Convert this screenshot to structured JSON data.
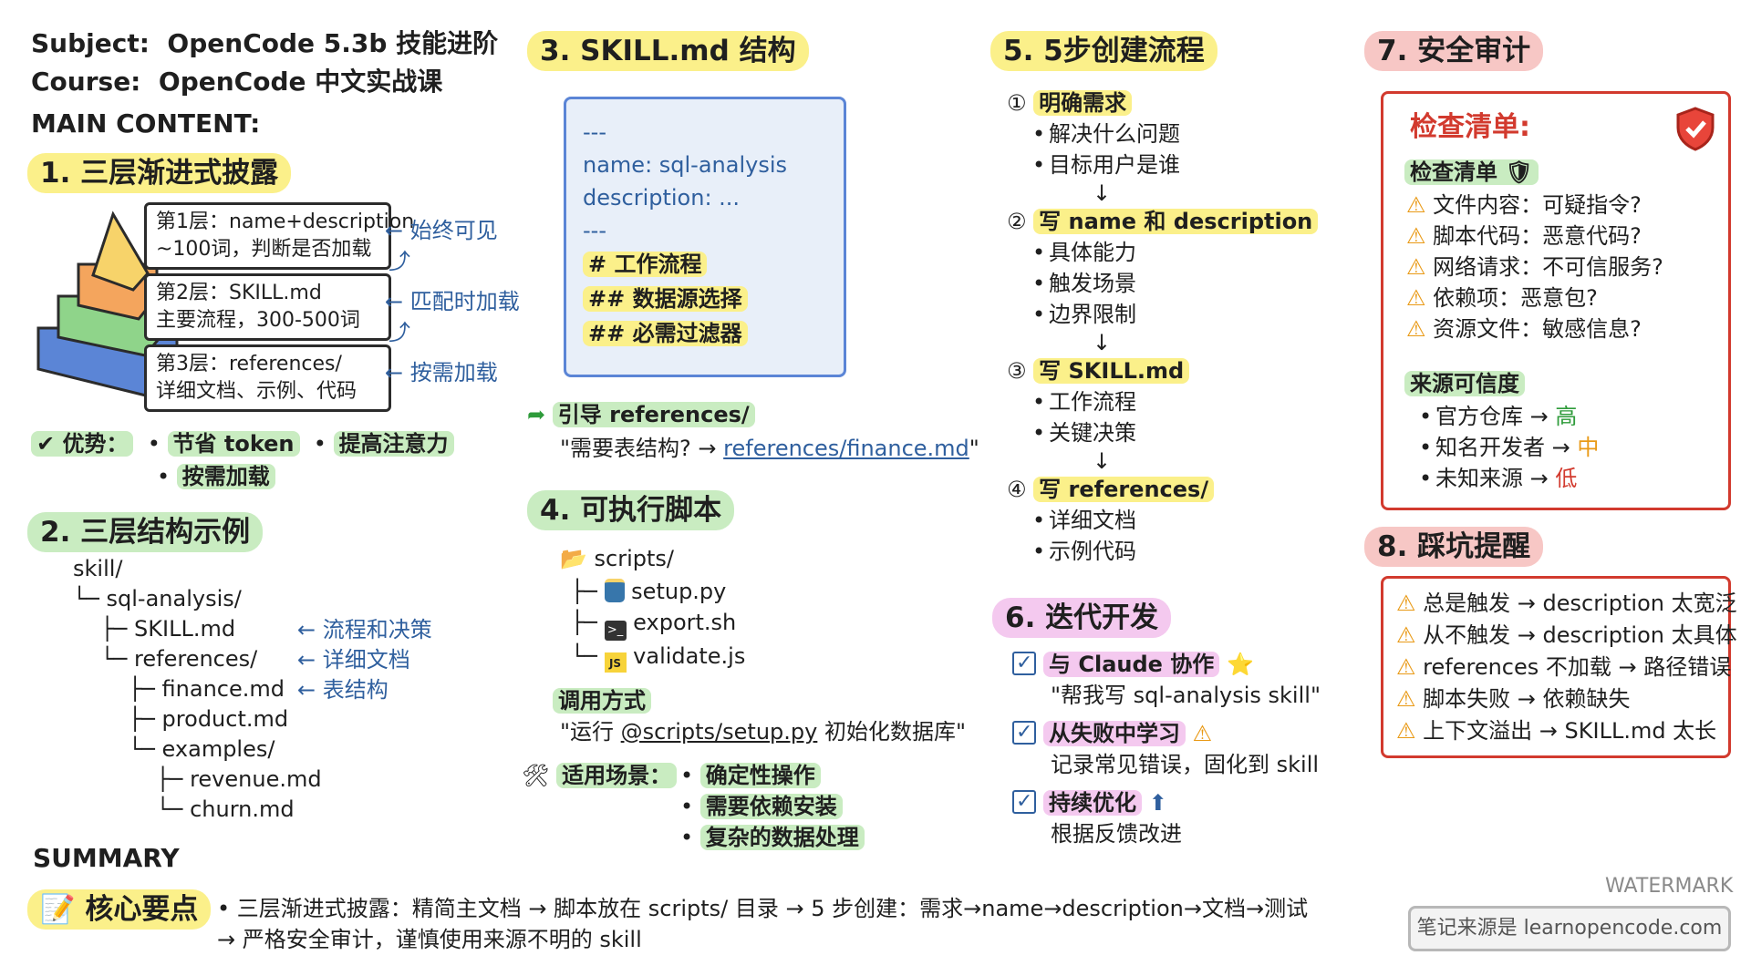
{
  "header": {
    "subject_label": "Subject:",
    "subject_value": "OpenCode 5.3b 技能进阶",
    "course_label": "Course:",
    "course_value": "OpenCode 中文实战课",
    "main_content": "MAIN CONTENT:"
  },
  "s1": {
    "title": "1. 三层渐进式披露",
    "layers": [
      {
        "text1": "第1层：name+description",
        "text2": "~100词，判断是否加载",
        "note": "始终可见"
      },
      {
        "text1": "第2层：SKILL.md",
        "text2": "主要流程，300-500词",
        "note": "匹配时加载"
      },
      {
        "text1": "第3层：references/",
        "text2": "详细文档、示例、代码",
        "note": "按需加载"
      }
    ],
    "adv_label": "优势：",
    "adv_items": [
      "节省 token",
      "提高注意力",
      "按需加载"
    ],
    "colors": {
      "yellow": "#f7d36a",
      "orange": "#f4a55d",
      "green": "#8fd48a",
      "blue": "#5b85d6"
    }
  },
  "s2": {
    "title": "2. 三层结构示例",
    "tree": [
      "skill/",
      "└─ sql-analysis/",
      "    ├─ SKILL.md",
      "    └─ references/",
      "        ├─ finance.md",
      "        ├─ product.md",
      "        └─ examples/",
      "            ├─ revenue.md",
      "            └─ churn.md"
    ],
    "notes": [
      "流程和决策",
      "详细文档",
      "表结构"
    ]
  },
  "s3": {
    "title": "3. SKILL.md 结构",
    "code": [
      "---",
      "name: sql-analysis",
      "description: ...",
      "---",
      "# 工作流程",
      "## 数据源选择",
      "## 必需过滤器"
    ],
    "guide_label": "引导 references/",
    "guide_quote_start": "\"需要表结构? → ",
    "guide_link": "references/finance.md",
    "guide_quote_end": "\""
  },
  "s4": {
    "title": "4. 可执行脚本",
    "folder": "scripts/",
    "files": [
      "setup.py",
      "export.sh",
      "validate.js"
    ],
    "call_label": "调用方式",
    "call_start": "\"运行 ",
    "call_link": "@scripts/setup.py",
    "call_end": " 初始化数据库\"",
    "scenes_label": "适用场景：",
    "scenes": [
      "确定性操作",
      "需要依赖安装",
      "复杂的数据处理"
    ]
  },
  "s5": {
    "title": "5. 5步创建流程",
    "steps": [
      {
        "num": "①",
        "label": "明确需求",
        "items": [
          "解决什么问题",
          "目标用户是谁"
        ]
      },
      {
        "num": "②",
        "label": "写 name 和 description",
        "items": [
          "具体能力",
          "触发场景",
          "边界限制"
        ]
      },
      {
        "num": "③",
        "label": "写 SKILL.md",
        "items": [
          "工作流程",
          "关键决策"
        ]
      },
      {
        "num": "④",
        "label": "写 references/",
        "items": [
          "详细文档",
          "示例代码"
        ]
      }
    ],
    "arrow": "↓"
  },
  "s6": {
    "title": "6. 迭代开发",
    "items": [
      {
        "label": "与 Claude 协作",
        "icon": "⭐",
        "desc": "\"帮我写 sql-analysis skill\""
      },
      {
        "label": "从失败中学习",
        "icon": "⚠",
        "desc": "记录常见错误，固化到 skill"
      },
      {
        "label": "持续优化",
        "icon": "⬆",
        "desc": "根据反馈改进"
      }
    ]
  },
  "s7": {
    "title": "7. 安全审计",
    "box_title": "检查清单:",
    "checklist_label": "检查清单",
    "checks": [
      "文件内容：可疑指令?",
      "脚本代码：恶意代码?",
      "网络请求：不可信服务?",
      "依赖项：恶意包?",
      "资源文件：敏感信息?"
    ],
    "source_label": "来源可信度",
    "sources": [
      {
        "name": "官方仓库 → ",
        "level": "高",
        "color": "#2e9b3a"
      },
      {
        "name": "知名开发者 → ",
        "level": "中",
        "color": "#e99a17"
      },
      {
        "name": "未知来源 → ",
        "level": "低",
        "color": "#d23a2e"
      }
    ]
  },
  "s8": {
    "title": "8. 踩坑提醒",
    "items": [
      "总是触发 → description 太宽泛",
      "从不触发 → description 太具体",
      "references 不加载 → 路径错误",
      "脚本失败 → 依赖缺失",
      "上下文溢出 → SKILL.md 太长"
    ]
  },
  "summary": {
    "heading": "SUMMARY",
    "label": "核心要点",
    "line1": "• 三层渐进式披露：精简主文档 → 脚本放在 scripts/ 目录 → 5 步创建：需求→name→description→文档→测试",
    "line2": "→ 严格安全审计，谨慎使用来源不明的 skill"
  },
  "watermark": {
    "label": "WATERMARK",
    "source": "笔记来源是 learnopencode.com"
  }
}
